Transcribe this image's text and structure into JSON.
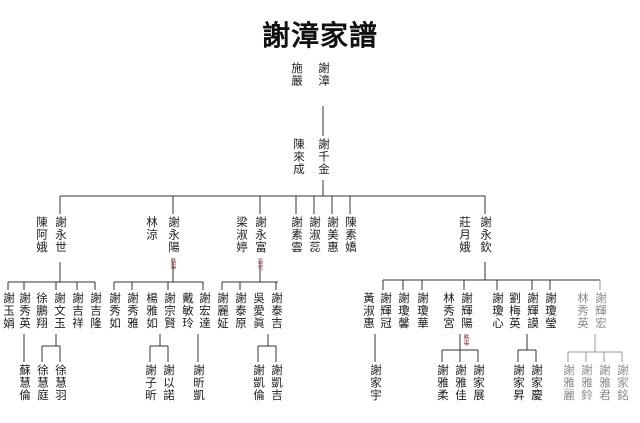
{
  "title": "謝漳家譜",
  "gen1": {
    "self": "謝漳",
    "spouse": "施嚴"
  },
  "gen2": {
    "self": "謝千金",
    "spouse": "陳來成"
  },
  "gen3": {
    "yongshi": {
      "self": "謝永世",
      "spouse": "陳阿娥"
    },
    "yongyang": {
      "self": "謝永陽",
      "spouse": "林涼",
      "tag": "軼事"
    },
    "yongfu": {
      "self": "謝永富",
      "spouse": "梁淑婷",
      "tag": "長老"
    },
    "suyun": "謝素雲",
    "shuling": "謝淑蕊",
    "meihui": "謝美惠",
    "sujiao": "陳素嬌",
    "yongqin": {
      "self": "謝永欽",
      "spouse": "莊月娥"
    }
  },
  "gen4": {
    "yujuan": "謝玉娟",
    "xiuying": "謝秀英",
    "pengxiang": "徐鵬翔",
    "wenyu": "謝文玉",
    "jixiang": "謝吉祥",
    "jilong": "謝吉隆",
    "xiuru": "謝秀如",
    "xiuya": "謝秀雅",
    "yaru": "楊雅如",
    "zongxian": "謝宗賢",
    "minling": "戴敏玲",
    "hongda": "謝宏達",
    "lizheng": "謝麗姃",
    "taiyuan": "謝泰原",
    "aizhen": "吳愛眞",
    "taiji": "謝泰吉",
    "shuhui": "黃淑惠",
    "huiguan": "謝輝冠",
    "qiongxin": "謝瓊馨",
    "qionghua": "謝瓊華",
    "xiugong": "林秀宮",
    "huiyang": {
      "self": "謝輝陽",
      "tag": "軼事"
    },
    "qiongxin2": "謝瓊心",
    "meiying": "劉梅英",
    "huimo": "謝輝謨",
    "qiongying": "謝瓊瑩",
    "xiuying2": "林秀英",
    "huihong": "謝輝宏"
  },
  "gen5": {
    "suhuilun": "蘇慧倫",
    "huiting": "徐慧庭",
    "huiyu": "徐慧羽",
    "zixin": "謝子昕",
    "yinuo": "謝以諾",
    "xinkai": "謝昕凱",
    "kailun": "謝凱倫",
    "kaiji": "謝凱吉",
    "jiayu": "謝家宇",
    "yarou": "謝雅柔",
    "yajia": "謝雅佳",
    "jiazhan": "謝家展",
    "jiasheng": "謝家昇",
    "jiaqing": "謝家慶",
    "yali": "謝雅麗",
    "yaling": "謝雅鈴",
    "yajun": "謝雅君",
    "jiaming": "謝家銘"
  }
}
